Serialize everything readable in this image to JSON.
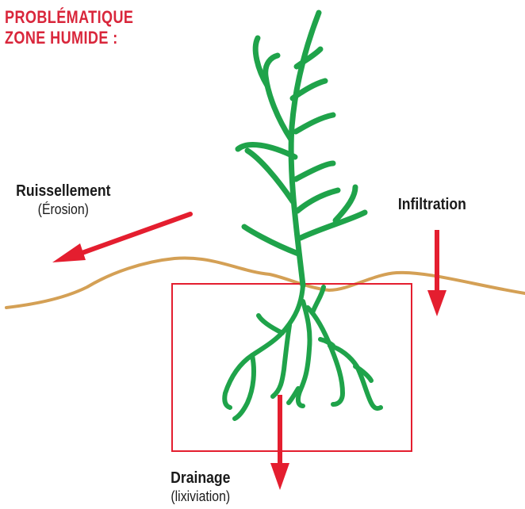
{
  "title": {
    "line1": "PROBLÉMATIQUE",
    "line2": "ZONE HUMIDE :"
  },
  "labels": {
    "ruissellement": {
      "main": "Ruissellement",
      "sub": "(Érosion)"
    },
    "infiltration": {
      "main": "Infiltration"
    },
    "drainage": {
      "main": "Drainage",
      "sub": "(lixiviation)"
    }
  },
  "colors": {
    "title": "#d9263b",
    "plant": "#1fa34a",
    "soil_line": "#d4a055",
    "arrows": "#e41e2f",
    "root_zone_box": "#e41e2f",
    "text": "#1a1a1a"
  }
}
